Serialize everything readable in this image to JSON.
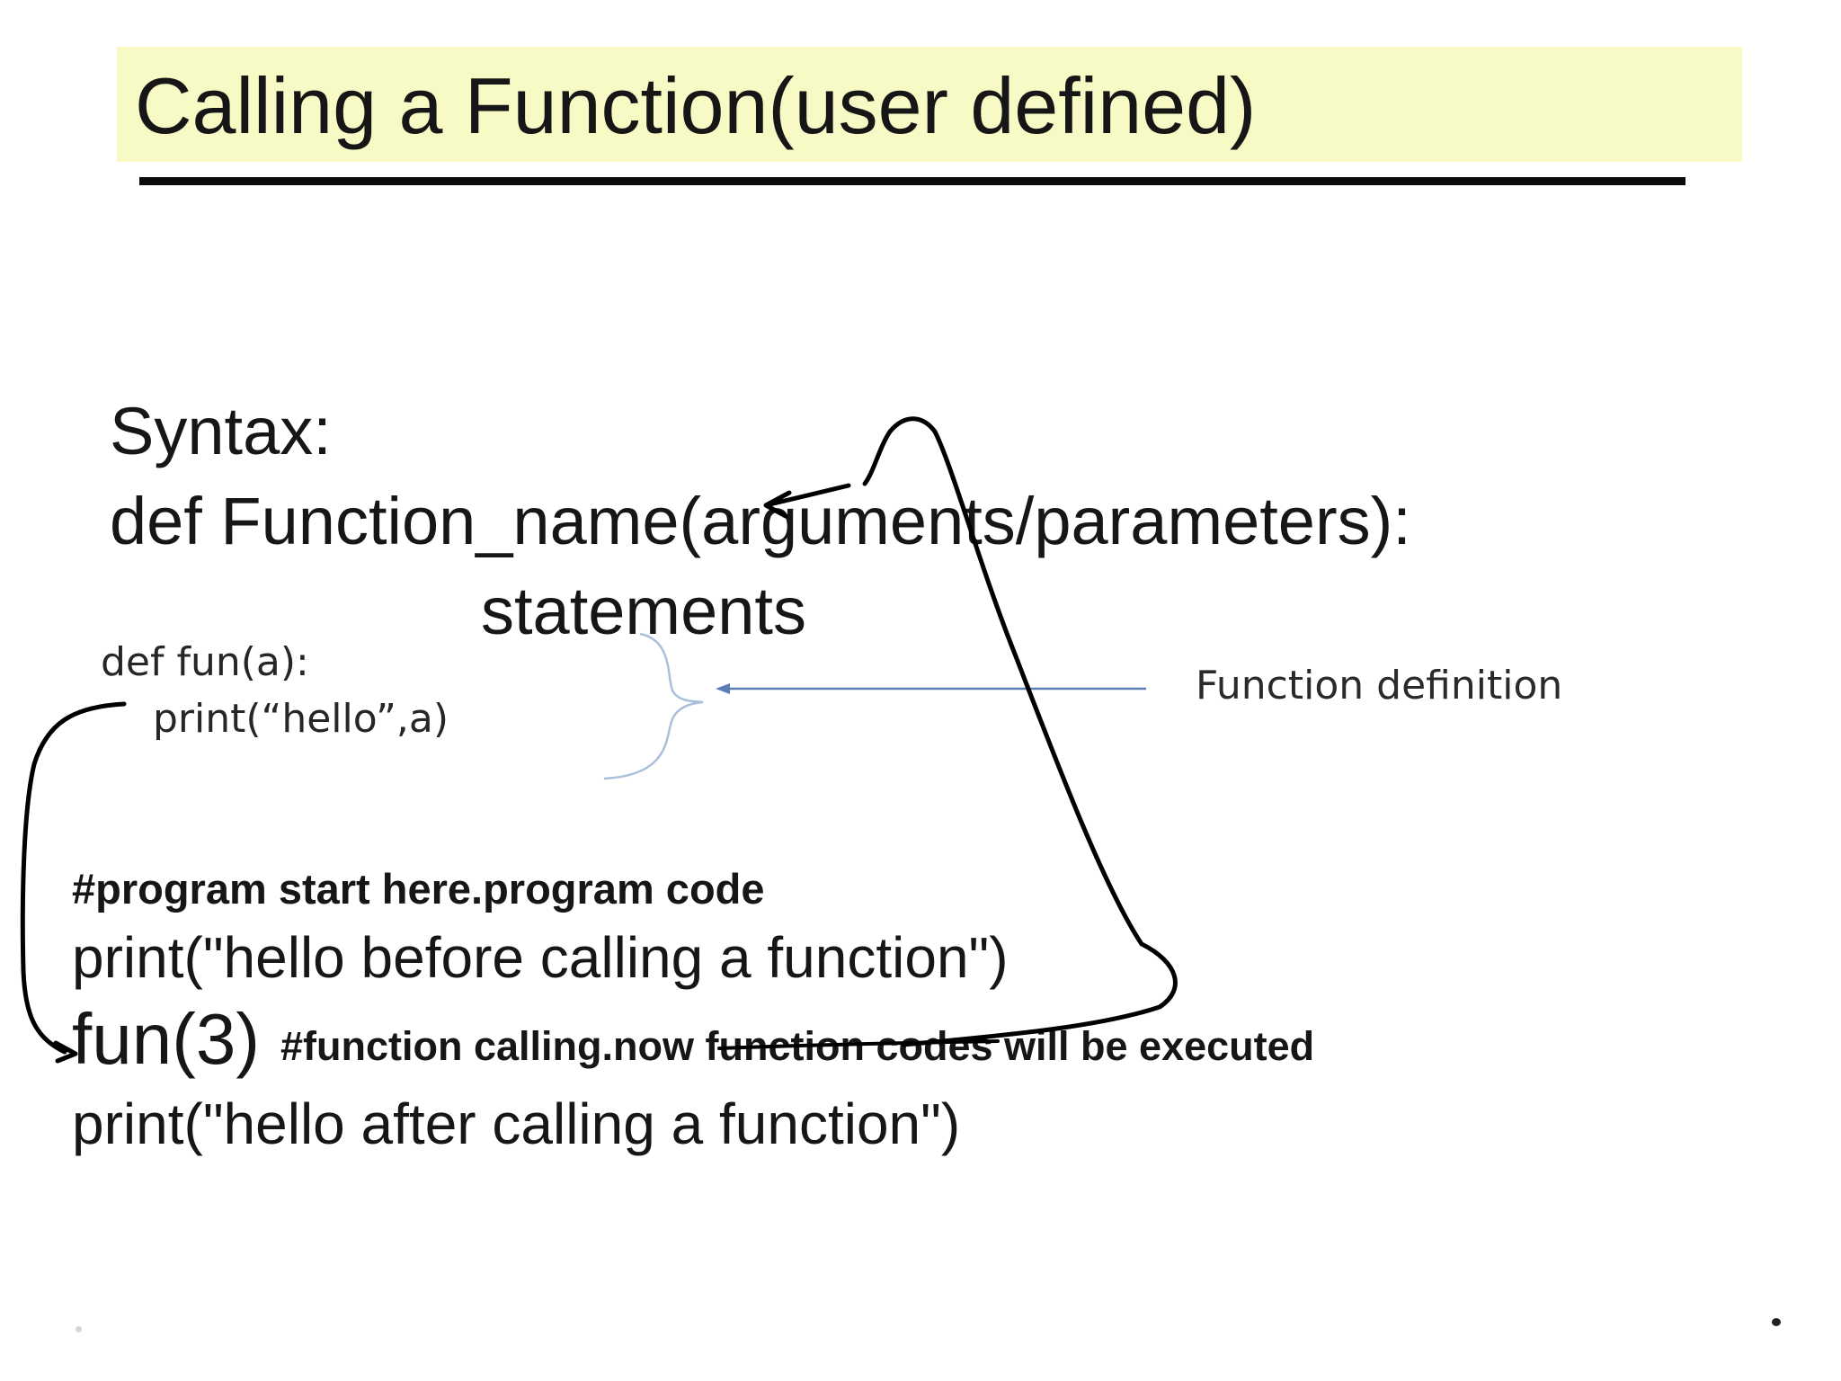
{
  "slide": {
    "title": "Calling a Function(user defined)",
    "syntax": {
      "label": "Syntax:",
      "def_line": "def Function_name(arguments/parameters):",
      "body_line": "statements"
    },
    "example_definition": {
      "line1": "def fun(a):",
      "line2": "print(“hello”,a)"
    },
    "annotation": {
      "label": "Function definition"
    },
    "program": {
      "comment": "#program start here.program code",
      "line1": "print(\"hello before calling a function\")",
      "call": "fun(3)",
      "call_comment": "#function calling.now function codes will be executed",
      "line3": "print(\"hello after calling a function\")"
    }
  },
  "colors": {
    "title_highlight": "#f8fac6",
    "annotation_arrow": "#5b7fb5",
    "brace": "#a9bfdc",
    "handwriting": "#000000"
  },
  "icons": {
    "annotation_arrow": "left-arrow-icon",
    "brace": "curly-brace-icon"
  }
}
